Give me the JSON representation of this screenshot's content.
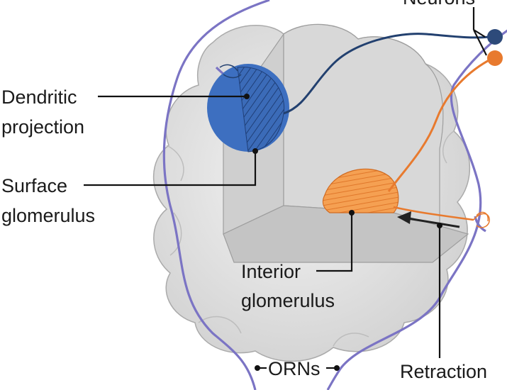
{
  "labels": {
    "neurons": "Neurons",
    "dendritic_line1": "Dendritic",
    "dendritic_line2": "projection",
    "surface_line1": "Surface",
    "surface_line2": "glomerulus",
    "interior_line1": "Interior",
    "interior_line2": "glomerulus",
    "orns": "ORNs",
    "retraction": "Retraction"
  },
  "colors": {
    "blue_neuron": "#2d4a7a",
    "blue_glomerulus": "#3d6fc0",
    "orange_neuron": "#e87a2e",
    "orange_glomerulus": "#f39a4a",
    "orn_axons": "#7b74c4",
    "bulb_fill": "#e6e6e6",
    "cut_face": "#c9c9c9",
    "label_text": "#1a1a1a"
  },
  "icons": {
    "retraction_arrow": "arrow-left-icon"
  }
}
